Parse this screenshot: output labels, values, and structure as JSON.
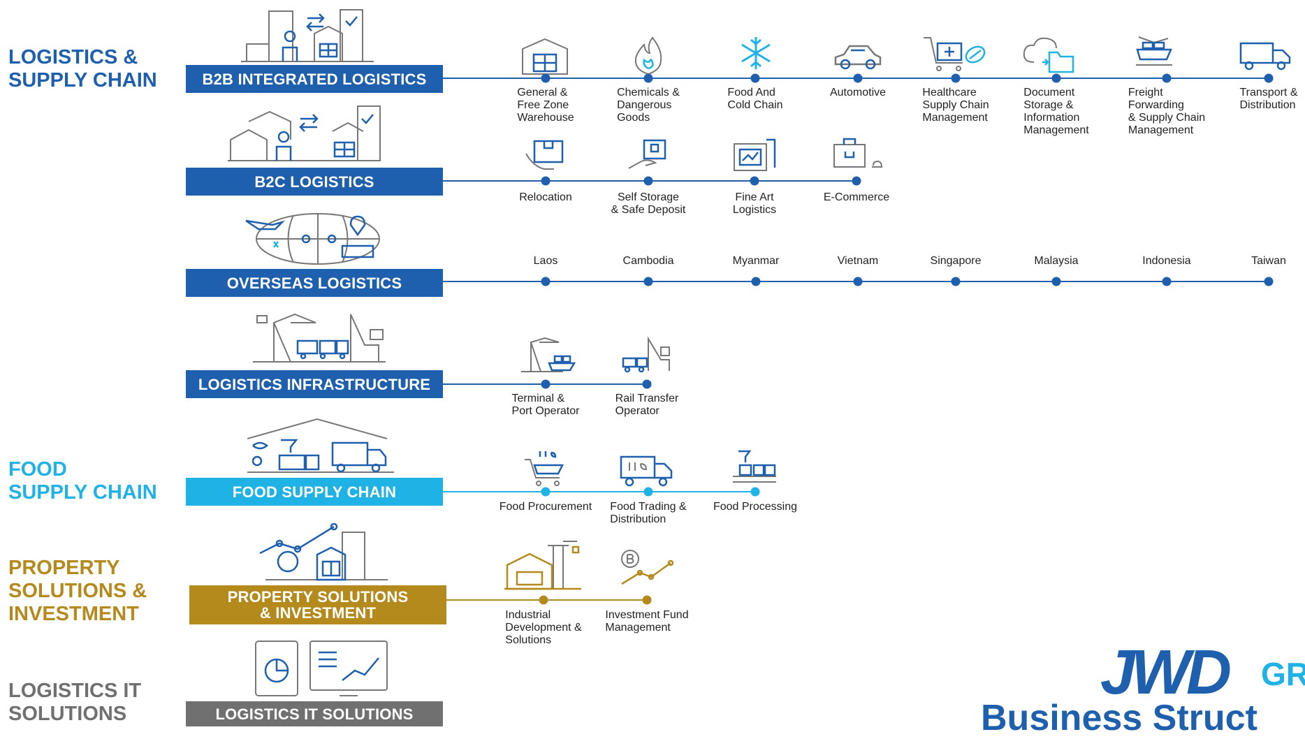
{
  "colors": {
    "logistics": "#1e5fae",
    "food": "#1fb2e4",
    "property": "#b48a1d",
    "it": "#707070"
  },
  "categories": {
    "logistics": [
      "LOGISTICS &",
      "SUPPLY CHAIN"
    ],
    "food": [
      "FOOD",
      "SUPPLY CHAIN"
    ],
    "property": [
      "PROPERTY",
      "SOLUTIONS &",
      "INVESTMENT"
    ],
    "it": [
      "LOGISTICS IT",
      "SOLUTIONS"
    ]
  },
  "banners": {
    "b2b": "B2B INTEGRATED LOGISTICS",
    "b2c": "B2C LOGISTICS",
    "overseas": "OVERSEAS LOGISTICS",
    "infra": "LOGISTICS INFRASTRUCTURE",
    "food": "FOOD SUPPLY CHAIN",
    "property": [
      "PROPERTY SOLUTIONS",
      "& INVESTMENT"
    ],
    "it": "LOGISTICS IT SOLUTIONS"
  },
  "b2b_items": [
    {
      "label": [
        "General &",
        "Free Zone",
        "Warehouse"
      ],
      "icon": "warehouse-icon"
    },
    {
      "label": [
        "Chemicals &",
        "Dangerous",
        "Goods"
      ],
      "icon": "flame-icon"
    },
    {
      "label": [
        "Food And",
        "Cold Chain"
      ],
      "icon": "snowflake-icon"
    },
    {
      "label": [
        "Automotive"
      ],
      "icon": "car-icon"
    },
    {
      "label": [
        "Healthcare",
        "Supply Chain",
        "Management"
      ],
      "icon": "medical-cart-icon"
    },
    {
      "label": [
        "Document",
        "Storage &",
        "Information",
        "Management"
      ],
      "icon": "cloud-folder-icon"
    },
    {
      "label": [
        "Freight",
        "Forwarding",
        "& Supply Chain",
        "Management"
      ],
      "icon": "ship-icon"
    },
    {
      "label": [
        "Transport &",
        "Distribution"
      ],
      "icon": "truck-icon"
    }
  ],
  "b2c_items": [
    {
      "label": [
        "Relocation"
      ],
      "icon": "moving-box-icon"
    },
    {
      "label": [
        "Self Storage",
        "& Safe Deposit"
      ],
      "icon": "storage-hand-icon"
    },
    {
      "label": [
        "Fine Art",
        "Logistics"
      ],
      "icon": "art-frame-icon"
    },
    {
      "label": [
        "E-Commerce"
      ],
      "icon": "shopping-bag-icon"
    }
  ],
  "overseas_items": [
    "Laos",
    "Cambodia",
    "Myanmar",
    "Vietnam",
    "Singapore",
    "Malaysia",
    "Indonesia",
    "Taiwan"
  ],
  "infra_items": [
    {
      "label": [
        "Terminal &",
        "Port Operator"
      ],
      "icon": "port-crane-icon"
    },
    {
      "label": [
        "Rail Transfer",
        "Operator"
      ],
      "icon": "rail-crane-icon"
    }
  ],
  "food_items": [
    {
      "label": [
        "Food Procurement"
      ],
      "icon": "grocery-cart-icon"
    },
    {
      "label": [
        "Food Trading &",
        "Distribution"
      ],
      "icon": "food-truck-icon"
    },
    {
      "label": [
        "Food Processing"
      ],
      "icon": "processing-icon"
    }
  ],
  "property_items": [
    {
      "label": [
        "Industrial",
        "Development &",
        "Solutions"
      ],
      "icon": "factory-icon"
    },
    {
      "label": [
        "Investment Fund",
        "Management"
      ],
      "icon": "growth-coin-icon"
    }
  ],
  "logo": {
    "mark": "JWD",
    "suffix": "GR",
    "subtitle": "Business Struct"
  }
}
